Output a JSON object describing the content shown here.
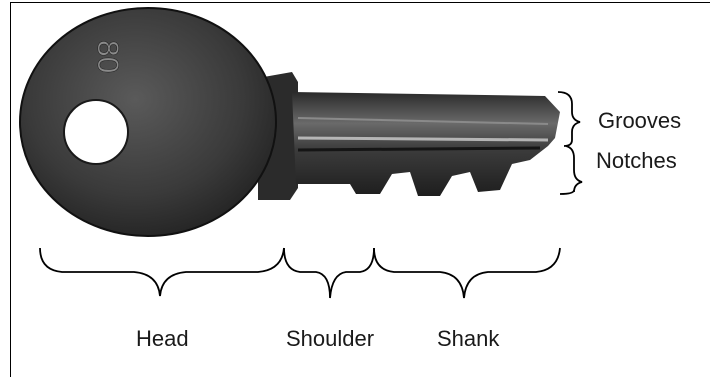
{
  "diagram": {
    "labels": {
      "grooves": "Grooves",
      "notches": "Notches",
      "head": "Head",
      "shoulder": "Shoulder",
      "shank": "Shank"
    },
    "key_stamp": "80"
  }
}
